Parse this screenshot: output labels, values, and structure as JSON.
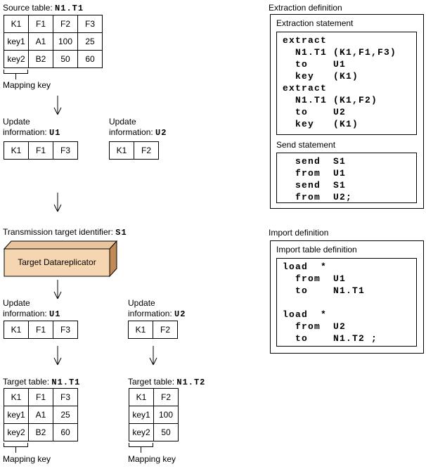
{
  "colors": {
    "replicator_front": "#f6d6b0",
    "replicator_top": "#eac49c",
    "replicator_side": "#c28a56",
    "line": "#000000"
  },
  "source": {
    "title_prefix": "Source table: ",
    "title_code": "N1.T1",
    "grid": [
      [
        "K1",
        "F1",
        "F2",
        "F3"
      ],
      [
        "key1",
        "A1",
        "100",
        "25"
      ],
      [
        "key2",
        "B2",
        "50",
        "60"
      ]
    ],
    "mapping_key": "Mapping key"
  },
  "update_top_u1": {
    "line1": "Update",
    "line2_prefix": "information: ",
    "code": "U1",
    "grid": [
      [
        "K1",
        "F1",
        "F3"
      ]
    ]
  },
  "update_top_u2": {
    "line1": "Update",
    "line2_prefix": "information: ",
    "code": "U2",
    "grid": [
      [
        "K1",
        "F2"
      ]
    ]
  },
  "transmission": {
    "prefix": "Transmission target identifier: ",
    "code": "S1"
  },
  "replicator": {
    "label": "Target Datareplicator"
  },
  "update_bot_u1": {
    "line1": "Update",
    "line2_prefix": "information: ",
    "code": "U1",
    "grid": [
      [
        "K1",
        "F1",
        "F3"
      ]
    ]
  },
  "update_bot_u2": {
    "line1": "Update",
    "line2_prefix": "information: ",
    "code": "U2",
    "grid": [
      [
        "K1",
        "F2"
      ]
    ]
  },
  "target_t1": {
    "title_prefix": "Target table: ",
    "title_code": "N1.T1",
    "grid": [
      [
        "K1",
        "F1",
        "F3"
      ],
      [
        "key1",
        "A1",
        "25"
      ],
      [
        "key2",
        "B2",
        "60"
      ]
    ],
    "mapping_key": "Mapping key"
  },
  "target_t2": {
    "title_prefix": "Target table: ",
    "title_code": "N1.T2",
    "grid": [
      [
        "K1",
        "F2"
      ],
      [
        "key1",
        "100"
      ],
      [
        "key2",
        "50"
      ]
    ],
    "mapping_key": "Mapping key"
  },
  "extraction": {
    "title": "Extraction definition",
    "statement_title": "Extraction statement",
    "code": [
      "extract",
      "  N1.T1 (K1,F1,F3)",
      "  to    U1",
      "  key   (K1)",
      "extract",
      "  N1.T1 (K1,F2)",
      "  to    U2",
      "  key   (K1)"
    ],
    "send_title": "Send statement",
    "send_code": [
      "  send  S1",
      "  from  U1",
      "  send  S1",
      "  from  U2;"
    ]
  },
  "import_def": {
    "title": "Import definition",
    "statement_title": "Import table definition",
    "code": [
      "load  *",
      "  from  U1",
      "  to    N1.T1",
      "",
      "load  *",
      "  from  U2",
      "  to    N1.T2 ;"
    ]
  }
}
